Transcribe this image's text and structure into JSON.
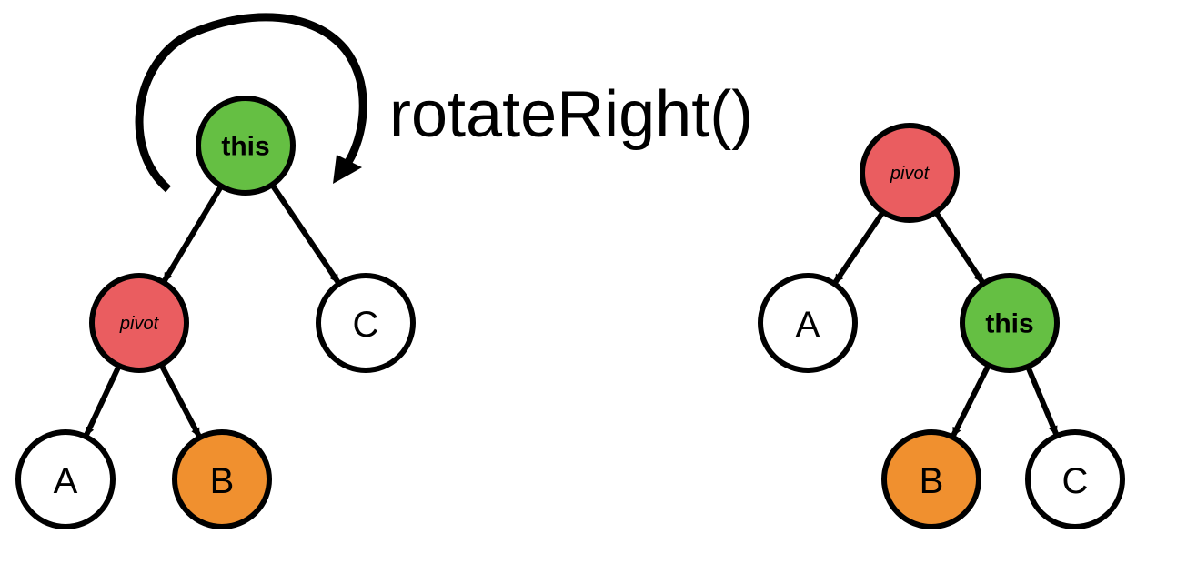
{
  "caption": "rotateRight()",
  "colors": {
    "this": "#65bf43",
    "pivot": "#ea5d60",
    "B": "#f0902f",
    "plain": "#ffffff",
    "stroke": "#000000"
  },
  "before": {
    "nodes": [
      {
        "id": "this",
        "label": "this",
        "style": "bold",
        "fill": "this"
      },
      {
        "id": "pivot",
        "label": "pivot",
        "style": "italic",
        "fill": "pivot"
      },
      {
        "id": "C",
        "label": "C",
        "style": "plain",
        "fill": "plain"
      },
      {
        "id": "A",
        "label": "A",
        "style": "plain",
        "fill": "plain"
      },
      {
        "id": "B",
        "label": "B",
        "style": "plain",
        "fill": "B"
      }
    ],
    "edges": [
      {
        "from": "this",
        "to": "pivot"
      },
      {
        "from": "this",
        "to": "C"
      },
      {
        "from": "pivot",
        "to": "A"
      },
      {
        "from": "pivot",
        "to": "B"
      }
    ]
  },
  "after": {
    "nodes": [
      {
        "id": "pivot",
        "label": "pivot",
        "style": "italic",
        "fill": "pivot"
      },
      {
        "id": "A",
        "label": "A",
        "style": "plain",
        "fill": "plain"
      },
      {
        "id": "this",
        "label": "this",
        "style": "bold",
        "fill": "this"
      },
      {
        "id": "B",
        "label": "B",
        "style": "plain",
        "fill": "B"
      },
      {
        "id": "C",
        "label": "C",
        "style": "plain",
        "fill": "plain"
      }
    ],
    "edges": [
      {
        "from": "pivot",
        "to": "A"
      },
      {
        "from": "pivot",
        "to": "this"
      },
      {
        "from": "this",
        "to": "B"
      },
      {
        "from": "this",
        "to": "C"
      }
    ]
  }
}
